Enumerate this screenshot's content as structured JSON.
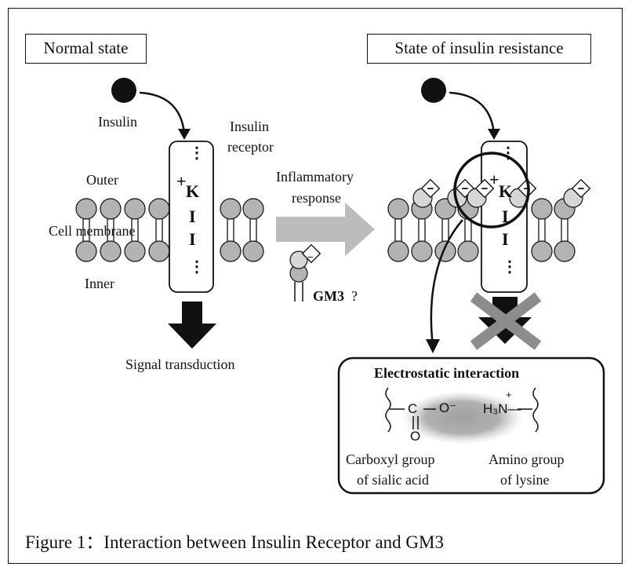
{
  "left_panel": {
    "title": "Normal state",
    "insulin_label": "Insulin",
    "receptor_label_line1": "Insulin",
    "receptor_label_line2": "receptor",
    "outer_label": "Outer",
    "membrane_label": "Cell membrane",
    "inner_label": "Inner",
    "signal_label": "Signal transduction",
    "receptor_residues": [
      "⋮",
      "K",
      "I",
      "I",
      "⋮"
    ],
    "receptor_charge": "+"
  },
  "middle": {
    "arrow_label_line1": "Inflammatory",
    "arrow_label_line2": "response",
    "gm3_label": "GM3",
    "gm3_question": "?",
    "gm3_charge": "−"
  },
  "right_panel": {
    "title": "State of insulin resistance",
    "receptor_residues": [
      "⋮",
      "K",
      "I",
      "I",
      "⋮"
    ],
    "receptor_charge": "+",
    "negative_charge": "−"
  },
  "inset": {
    "title": "Electrostatic interaction",
    "carboxyl_formula": "C—O⁻",
    "carboxyl_o": "O",
    "carboxyl_c": "C",
    "carboxyl_dash": "—",
    "carboxyl_ominus": "O⁻",
    "carboxyl_dbl_o": "O",
    "amino_plus": "+",
    "amino_formula": "H₃N—",
    "carboxyl_caption_line1": "Carboxyl group",
    "carboxyl_caption_line2": "of sialic acid",
    "amino_caption_line1": "Amino group",
    "amino_caption_line2": "of lysine"
  },
  "caption": "Figure 1：Interaction between Insulin Receptor and GM3",
  "colors": {
    "lipid_head": "#b3b3b3",
    "arrow_gray": "#bcbcbc",
    "cross_gray": "#8c8c8c",
    "ink": "#111111",
    "blur_gray": "#a8a8a8"
  }
}
